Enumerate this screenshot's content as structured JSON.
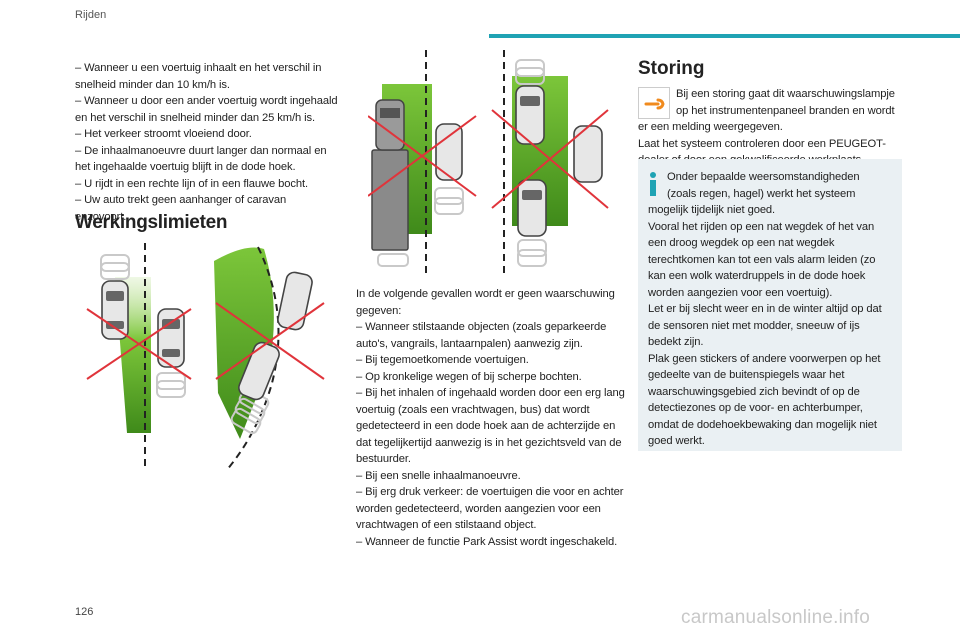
{
  "header": {
    "section_label": "Rijden"
  },
  "left_column": {
    "intro_items": [
      "– Wanneer u een voertuig inhaalt en het verschil in snelheid minder dan 10 km/h is.",
      "– Wanneer u door een ander voertuig wordt ingehaald en het verschil in snelheid minder dan 25 km/h is.",
      "– Het verkeer stroomt vloeiend door.",
      "– De inhaalmanoeuvre duurt langer dan normaal en het ingehaalde voertuig blijft in de dode hoek.",
      "– U rijdt in een rechte lijn of in een flauwe bocht.",
      "– Uw auto trekt geen aanhanger of caravan enzovoort."
    ],
    "section_title": "Werkingslimieten"
  },
  "middle_column": {
    "intro": "In de volgende gevallen wordt er geen waarschuwing gegeven:",
    "items": [
      "– Wanneer stilstaande objecten (zoals geparkeerde auto's, vangrails, lantaarnpalen) aanwezig zijn.",
      "– Bij tegemoetkomende voertuigen.",
      "– Op kronkelige wegen of bij scherpe bochten.",
      "– Bij het inhalen of ingehaald worden door een erg lang voertuig (zoals een vrachtwagen, bus) dat wordt gedetecteerd in een dode hoek aan de achterzijde en dat tegelijkertijd aanwezig is in het gezichtsveld van de bestuurder.",
      "– Bij een snelle inhaalmanoeuvre.",
      "– Bij erg druk verkeer: de voertuigen die voor en achter worden gedetecteerd, worden aangezien voor een vrachtwagen of een stilstaand object.",
      "– Wanneer de functie Park Assist wordt ingeschakeld."
    ]
  },
  "right_column": {
    "title": "Storing",
    "fault_text": "Bij een storing gaat dit waarschuwingslampje op het instrumentenpaneel branden en wordt er een melding weergegeven.",
    "fault_text2": "Laat het systeem controleren door een PEUGEOT-dealer of door een gekwalificeerde werkplaats.",
    "note_paragraphs": [
      "Onder bepaalde weersomstandigheden (zoals regen, hagel) werkt het systeem mogelijk tijdelijk niet goed.",
      "Vooral het rijden op een nat wegdek of het van een droog wegdek op een nat wegdek terechtkomen kan tot een vals alarm leiden (zo kan een wolk waterdruppels in de dode hoek worden aangezien voor een voertuig).",
      "Let er bij slecht weer en in de winter altijd op dat de sensoren niet met modder, sneeuw of ijs bedekt zijn.",
      "Plak geen stickers of andere voorwerpen op het gedeelte van de buitenspiegels waar het waarschuwingsgebied zich bevindt of op de detectiezones op de voor- en achterbumper, omdat de dodehoekbewaking dan mogelijk niet goed werkt."
    ]
  },
  "footer": {
    "page_number": "126",
    "watermark": "carmanualsonline.info"
  },
  "colors": {
    "accent": "#1fa3b4",
    "zone_green": "#6cbf2c",
    "cross_red": "#e0343b",
    "note_bg": "#eaf0f3",
    "wrench_orange": "#f08a1d"
  }
}
